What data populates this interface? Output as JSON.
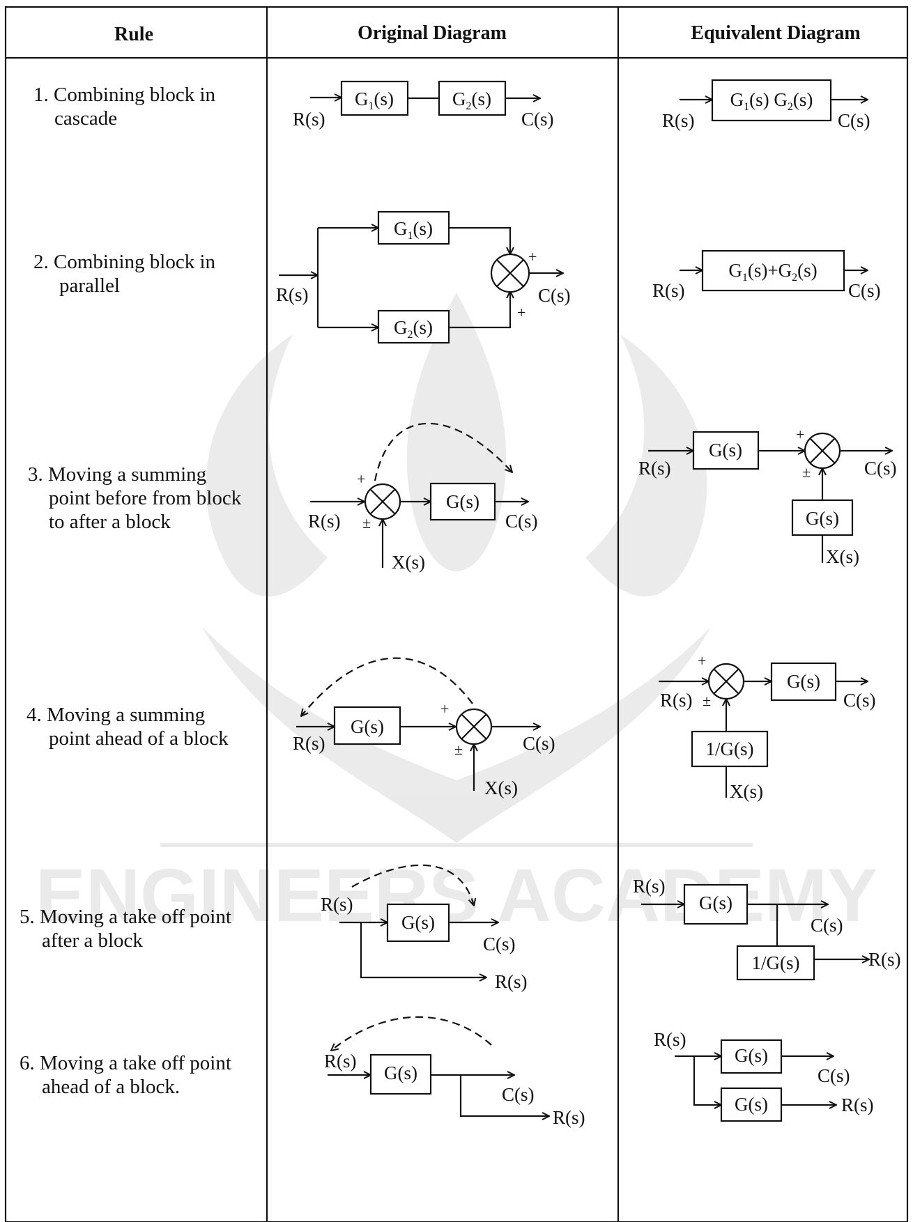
{
  "table": {
    "headers": [
      "Rule",
      "Original Diagram",
      "Equivalent Diagram"
    ]
  },
  "watermark": {
    "text": "ENGINEERS ACADEMY"
  },
  "rules": [
    {
      "label_lines": [
        "1. Combining block in",
        "cascade"
      ],
      "original": {
        "input": "R(s)",
        "output": "C(s)",
        "block1": "G1(s)",
        "block2": "G2(s)"
      },
      "equivalent": {
        "input": "R(s)",
        "output": "C(s)",
        "block": "G1(s) G2(s)"
      }
    },
    {
      "label_lines": [
        "2. Combining block in",
        "parallel"
      ],
      "original": {
        "input": "R(s)",
        "output": "C(s)",
        "block1": "G1(s)",
        "block2": "G2(s)",
        "sign1": "+",
        "sign2": "+"
      },
      "equivalent": {
        "input": "R(s)",
        "output": "C(s)",
        "block": "G1(s)+G2(s)"
      }
    },
    {
      "label_lines": [
        "3. Moving a summing",
        "point before from block",
        "to after a block"
      ],
      "original": {
        "input": "R(s)",
        "output": "C(s)",
        "disturbance": "X(s)",
        "block": "G(s)",
        "sign1": "+",
        "sign2": "±"
      },
      "equivalent": {
        "input": "R(s)",
        "output": "C(s)",
        "disturbance": "X(s)",
        "block": "G(s)",
        "feedback_block": "G(s)",
        "sign1": "+",
        "sign2": "±"
      }
    },
    {
      "label_lines": [
        "4. Moving a summing",
        "point ahead of a block"
      ],
      "original": {
        "input": "R(s)",
        "output": "C(s)",
        "disturbance": "X(s)",
        "block": "G(s)",
        "sign1": "+",
        "sign2": "±"
      },
      "equivalent": {
        "input": "R(s)",
        "output": "C(s)",
        "disturbance": "X(s)",
        "block": "G(s)",
        "feedback_block": "1/G(s)",
        "sign1": "+",
        "sign2": "±"
      }
    },
    {
      "label_lines": [
        "5. Moving a take off point",
        "after a block"
      ],
      "original": {
        "input": "R(s)",
        "output": "C(s)",
        "takeoff": "R(s)",
        "block": "G(s)"
      },
      "equivalent": {
        "input": "R(s)",
        "output": "C(s)",
        "takeoff": "R(s)",
        "block": "G(s)",
        "branch_block": "1/G(s)"
      }
    },
    {
      "label_lines": [
        "6. Moving a take off point",
        "ahead of a block."
      ],
      "original": {
        "input": "R(s)",
        "output": "C(s)",
        "takeoff": "R(s)",
        "block": "G(s)"
      },
      "equivalent": {
        "input": "R(s)",
        "output": "C(s)",
        "takeoff": "R(s)",
        "block": "G(s)",
        "branch_block": "G(s)"
      }
    }
  ]
}
